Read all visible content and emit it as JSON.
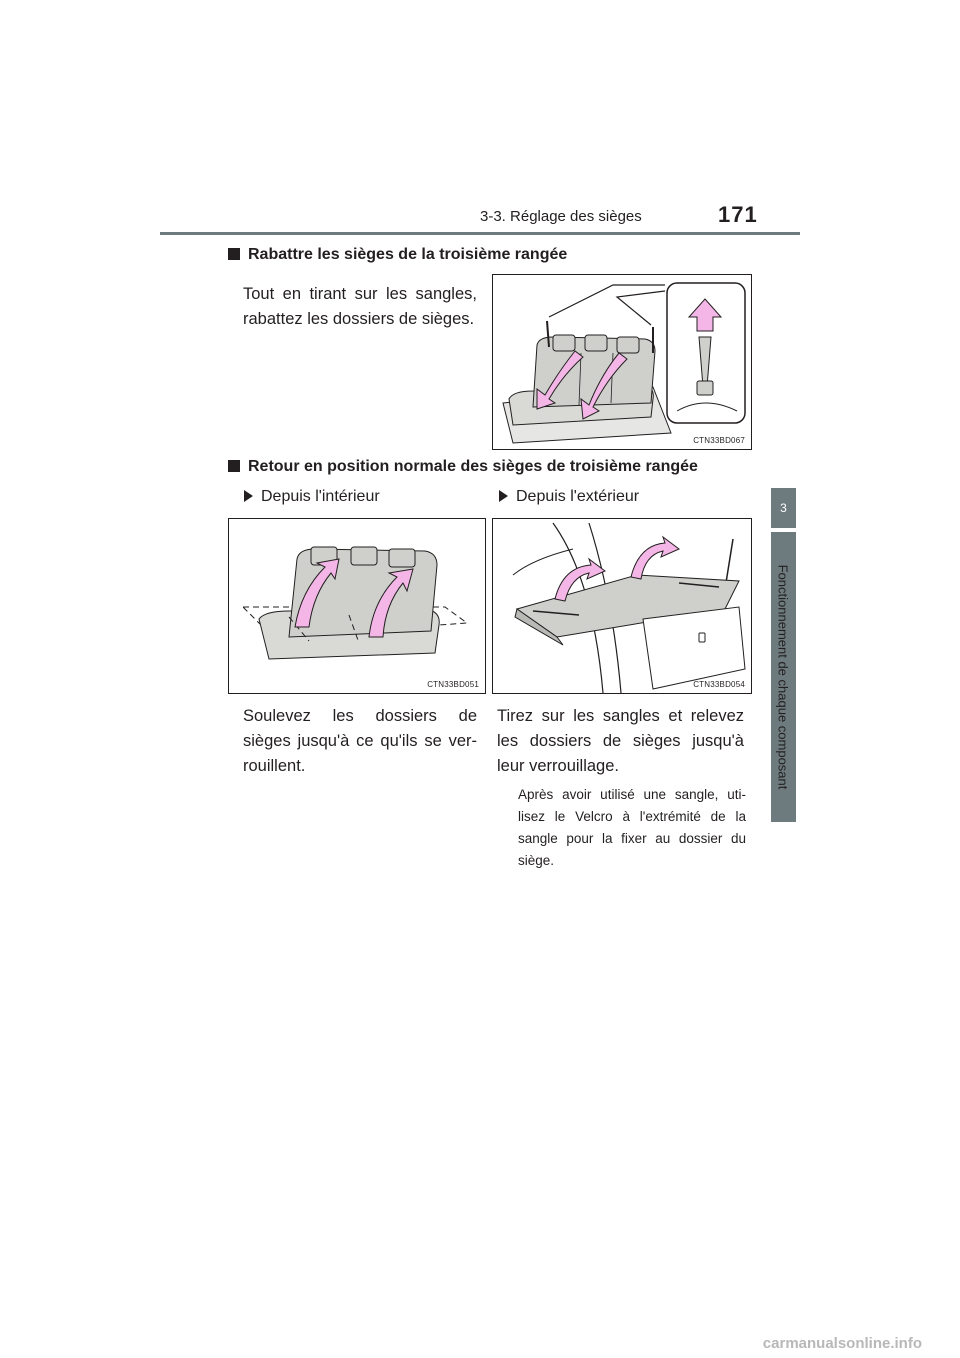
{
  "header": {
    "section": "3-3. Réglage des sièges",
    "page_number": "171"
  },
  "side_tab": {
    "chapter_number": "3",
    "chapter_title": "Fonctionnement de chaque composant"
  },
  "section1": {
    "heading": "Rabattre les sièges de la troisième rangée",
    "text": "Tout en tirant sur les sangles, rabattez les dossiers de sièges.",
    "figure_code": "CTN33BD067"
  },
  "section2": {
    "heading": "Retour en position normale des sièges de troisième rangée",
    "left": {
      "subheading": "Depuis l'intérieur",
      "figure_code": "CTN33BD051",
      "text": "Soulevez les dossiers de sièges jusqu'à ce qu'ils se ver-rouillent."
    },
    "right": {
      "subheading": "Depuis l'extérieur",
      "figure_code": "CTN33BD054",
      "text": "Tirez sur les sangles et relevez les dossiers de sièges jusqu'à leur verrouillage.",
      "note": "Après avoir utilisé une sangle, uti-lisez le Velcro à l'extrémité de la sangle pour la fixer au dossier du siège."
    }
  },
  "colors": {
    "arrow_fill": "#f3b6e6",
    "seat_fill": "#cfd0cc",
    "rule": "#6d7b7f"
  },
  "watermark": "carmanualsonline.info"
}
